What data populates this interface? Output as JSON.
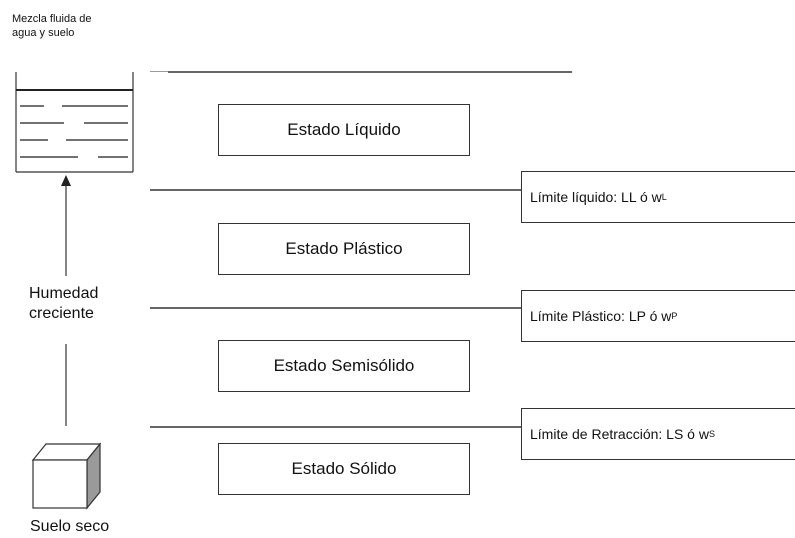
{
  "top_label": {
    "line1": "Mezcla fluida de",
    "line2": "agua y suelo"
  },
  "humidity_label": {
    "line1": "Humedad",
    "line2": "creciente"
  },
  "bottom_label": "Suelo seco",
  "states": {
    "liquid": "Estado Líquido",
    "plastic": "Estado Plástico",
    "semisolid": "Estado Semisólido",
    "solid": "Estado Sólido"
  },
  "limits": {
    "liquid": {
      "text": "Límite líquido: LL ó w",
      "sub": "L"
    },
    "plastic": {
      "text": "Límite Plástico: LP ó w",
      "sub": "P"
    },
    "shrinkage": {
      "text": "Límite de Retracción: LS ó w",
      "sub": "S"
    }
  },
  "colors": {
    "lines": "#666666",
    "box_border": "#333333",
    "cube_shade": "#9a9a9a"
  }
}
